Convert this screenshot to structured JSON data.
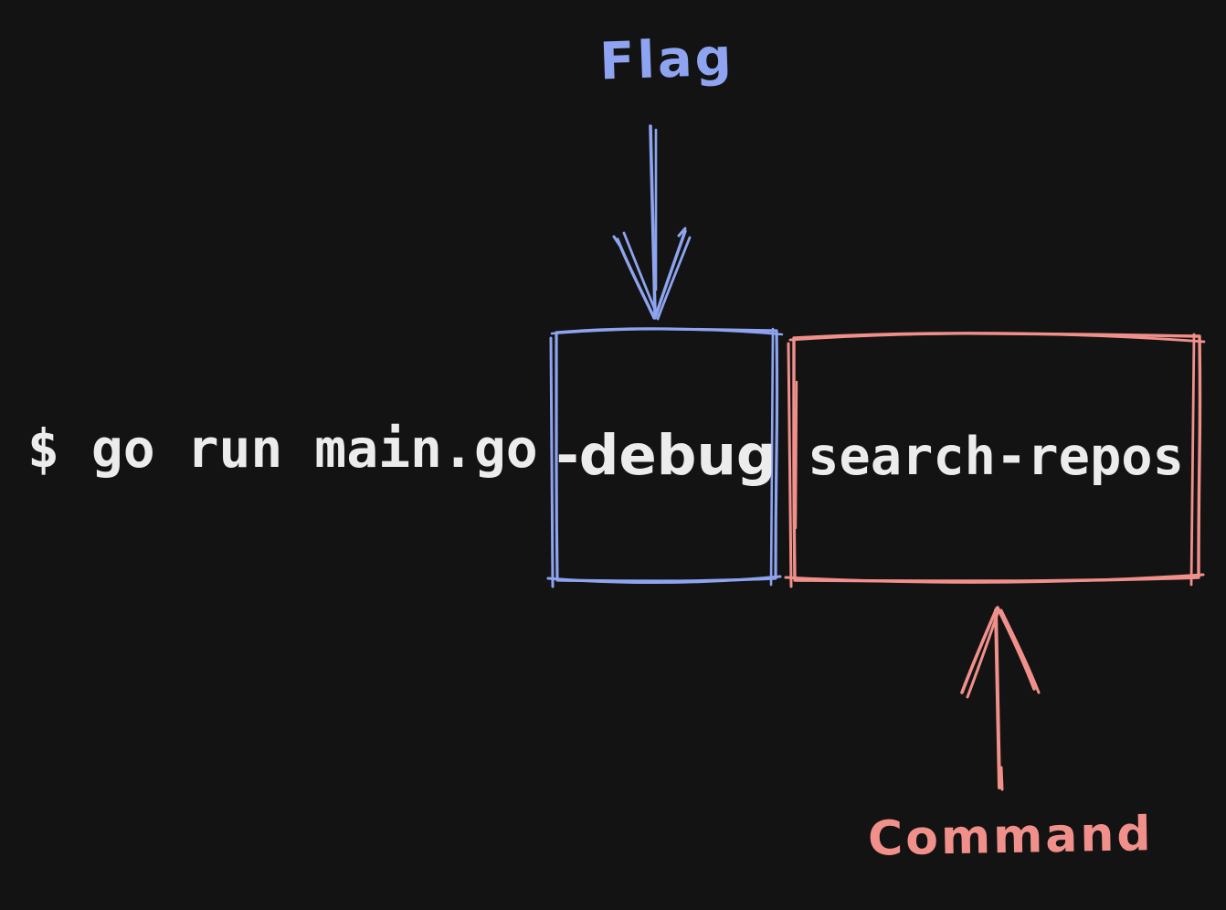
{
  "colors": {
    "background": "#131313",
    "flag": "#8ea4f0",
    "command": "#f1908b",
    "text": "#ececec"
  },
  "terminal": {
    "prompt": "$ go run main.go",
    "flag_token": "-debug",
    "command_token": "search-repos"
  },
  "labels": {
    "flag": "Flag",
    "command": "Command"
  }
}
